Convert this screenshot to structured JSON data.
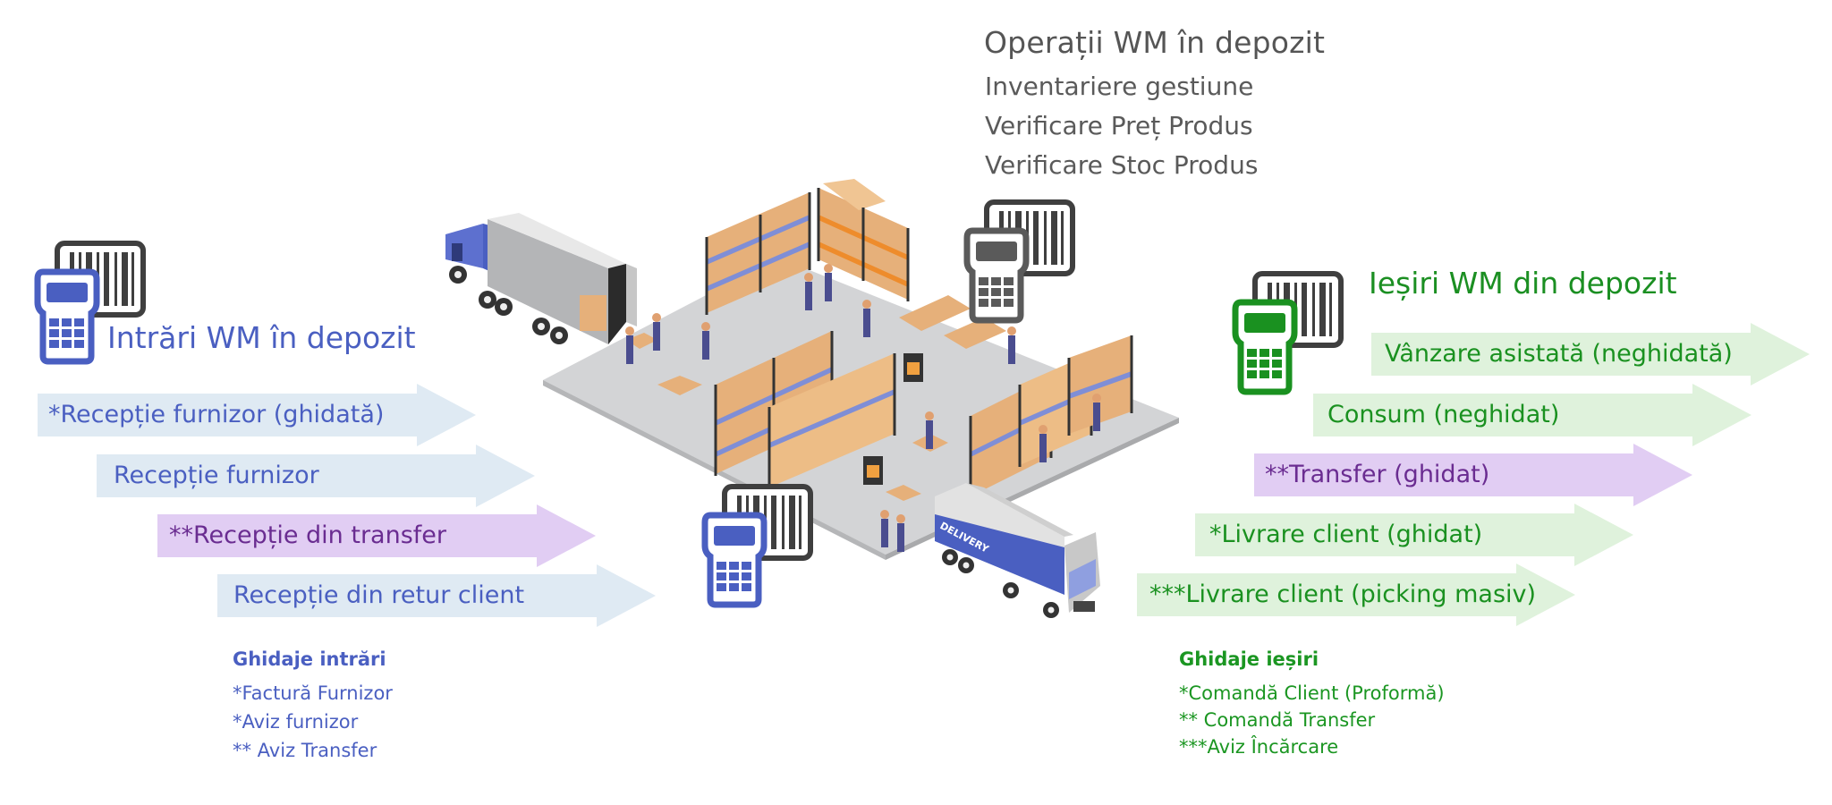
{
  "operations": {
    "title": "Operații WM în depozit",
    "items": [
      "Inventariere gestiune",
      "Verificare Preț Produs",
      "Verificare Stoc Produs"
    ]
  },
  "inbound": {
    "title": "Intrări WM în depozit",
    "arrows": [
      {
        "label": "*Recepție furnizor (ghidată)",
        "type": "standard"
      },
      {
        "label": "Recepție furnizor",
        "type": "standard"
      },
      {
        "label": "**Recepție din transfer",
        "type": "transfer"
      },
      {
        "label": "Recepție din retur client",
        "type": "standard"
      }
    ],
    "guides": {
      "title": "Ghidaje intrări",
      "items": [
        "*Factură Furnizor",
        "*Aviz furnizor",
        "** Aviz Transfer"
      ]
    }
  },
  "outbound": {
    "title": "Ieșiri WM din depozit",
    "arrows": [
      {
        "label": "Vânzare asistată (neghidată)",
        "type": "standard"
      },
      {
        "label": "Consum (neghidat)",
        "type": "standard"
      },
      {
        "label": "**Transfer (ghidat)",
        "type": "transfer"
      },
      {
        "label": "*Livrare client (ghidat)",
        "type": "standard"
      },
      {
        "label": "***Livrare client (picking masiv)",
        "type": "standard"
      }
    ],
    "guides": {
      "title": "Ghidaje ieșiri",
      "items": [
        "*Comandă Client (Proformă)",
        "** Comandă Transfer",
        "***Aviz Încărcare"
      ]
    }
  },
  "illustration": {
    "truck_label": "DELIVERY"
  },
  "colors": {
    "inbound_text": "#4a5fc1",
    "inbound_fill": "#dfeaf3",
    "transfer_text": "#6a2c91",
    "transfer_fill": "#e1cdf3",
    "outbound_text": "#1a9120",
    "outbound_fill": "#dff2dc",
    "operations_text": "#555555",
    "scanner_blue": "#4a5fc1",
    "scanner_green": "#1a9120",
    "scanner_gray": "#5a5a5a"
  }
}
